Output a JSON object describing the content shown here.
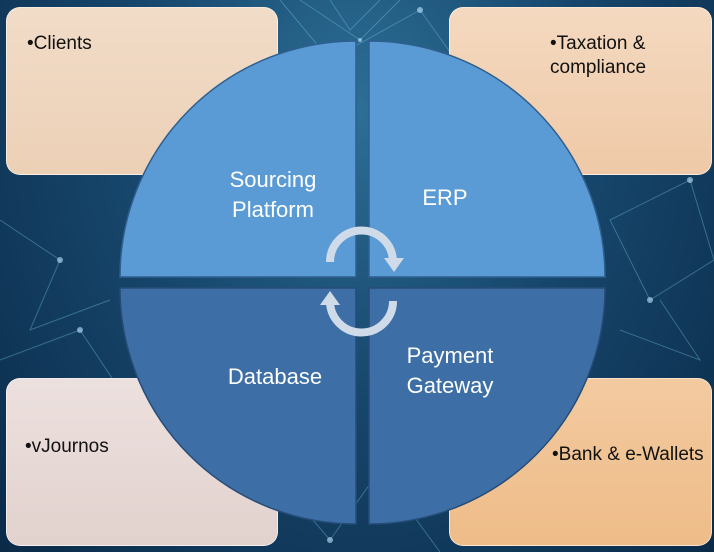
{
  "corners": {
    "top_left": "•Clients",
    "top_right": "•Taxation & compliance",
    "bottom_left": "•vJournos",
    "bottom_right": "•Bank & e-Wallets"
  },
  "quadrants": {
    "top_left": [
      "Sourcing",
      "Platform"
    ],
    "top_right": "ERP",
    "bottom_left": "Database",
    "bottom_right": [
      "Payment",
      "Gateway"
    ]
  },
  "colors": {
    "top_quadrant": "#5b9bd5",
    "bottom_quadrant": "#3d6fa6",
    "arrow": "#cfdbe8",
    "label": "#ffffff"
  },
  "icons": [
    "cycle-arrow-icon-right",
    "cycle-arrow-icon-left"
  ]
}
